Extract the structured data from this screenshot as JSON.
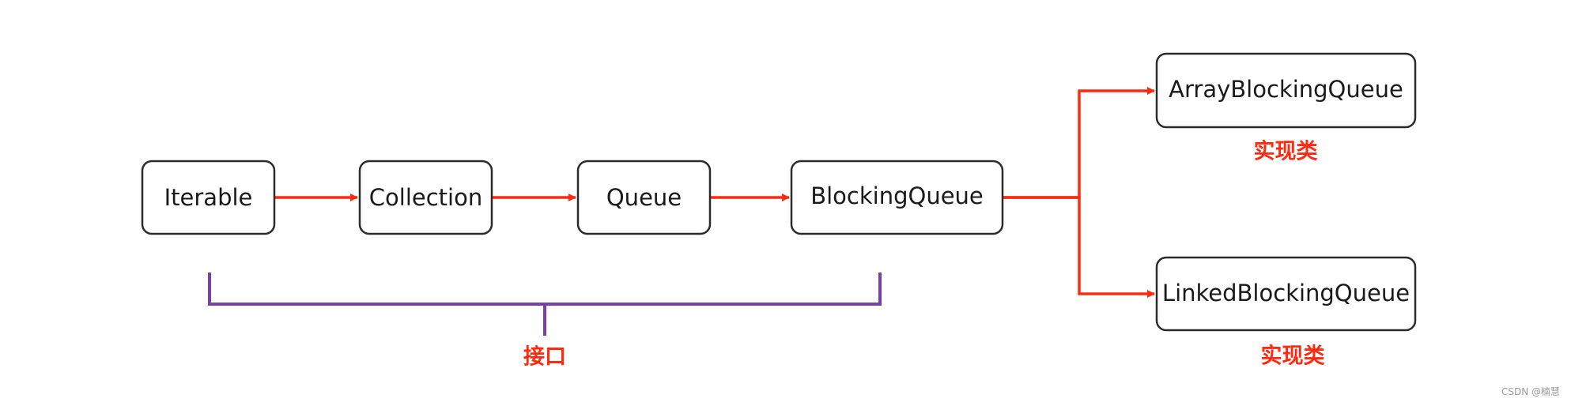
{
  "diagram": {
    "nodes": {
      "iterable": "Iterable",
      "collection": "Collection",
      "queue": "Queue",
      "blocking_queue": "BlockingQueue",
      "array_blocking_queue": "ArrayBlockingQueue",
      "linked_blocking_queue": "LinkedBlockingQueue"
    },
    "annotations": {
      "interface_label": "接口",
      "impl_label_top": "实现类",
      "impl_label_bottom": "实现类"
    },
    "colors": {
      "edge": "#ff2a10",
      "bracket": "#7b3fa8",
      "node_border": "#2b2b2b"
    }
  },
  "watermark": "CSDN @楠慧"
}
